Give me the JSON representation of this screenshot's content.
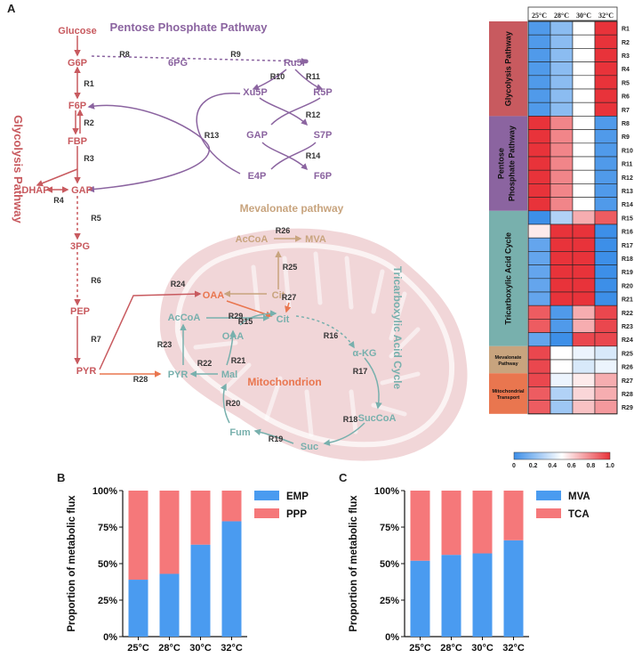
{
  "panels": {
    "a": "A",
    "b": "B",
    "c": "C"
  },
  "colors": {
    "glycolysis": "#c85a5f",
    "ppp": "#8b64a0",
    "mevalonate": "#c8a47e",
    "tca": "#78b0ad",
    "transport": "#e9764f",
    "mito_fill": "#f0d2d4",
    "emp": "#4a9bf0",
    "ppp_bar": "#f5787a",
    "mva_bar": "#4a9bf0",
    "tca_bar": "#f5787a"
  },
  "pathway_titles": {
    "glycolysis": "Glycolysis Pathway",
    "ppp": "Pentose Phosphate Pathway",
    "mevalonate": "Mevalonate pathway",
    "tca": "Tricarboxylic Acid Cycle",
    "mitochondrion": "Mitochondrion"
  },
  "metabolites": {
    "glucose": "Glucose",
    "g6p": "G6P",
    "f6p": "F6P",
    "fbp": "FBP",
    "dhap": "DHAP",
    "gap": "GAP",
    "pg3": "3PG",
    "pep": "PEP",
    "pyr": "PYR",
    "pg6": "6PG",
    "ru5p": "Ru5P",
    "xu5p": "Xu5P",
    "r5p": "R5P",
    "gap2": "GAP",
    "s7p": "S7P",
    "e4p": "E4P",
    "f6p2": "F6P",
    "acoa_mva": "AcCoA",
    "mva": "MVA",
    "cit_top": "Cit",
    "oaa_cyto": "OAA",
    "acoa_mito": "AcCoA",
    "oaa_mito": "OAA",
    "cit_mito": "Cit",
    "akg": "α-KG",
    "succoa": "SucCoA",
    "suc": "Suc",
    "fum": "Fum",
    "mal": "Mal",
    "pyr_mito": "PYR"
  },
  "reactions": [
    "R1",
    "R2",
    "R3",
    "R4",
    "R5",
    "R6",
    "R7",
    "R8",
    "R9",
    "R10",
    "R11",
    "R12",
    "R13",
    "R14",
    "R15",
    "R16",
    "R17",
    "R18",
    "R19",
    "R20",
    "R21",
    "R22",
    "R23",
    "R24",
    "R25",
    "R26",
    "R27",
    "R28",
    "R29"
  ],
  "heatmap": {
    "temps": [
      "25°C",
      "28°C",
      "30°C",
      "32°C"
    ],
    "groups": [
      {
        "label": "Glycolysis Pathway",
        "rows": 7,
        "color": "#c85a5f"
      },
      {
        "label": "Pentose Phosphate Pathway",
        "rows": 7,
        "color": "#8b64a0"
      },
      {
        "label": "Tricarboxylic Acid Cycle",
        "rows": 10,
        "color": "#78b0ad"
      },
      {
        "label": "Mevalonate Pathway",
        "rows": 2,
        "color": "#c8a47e"
      },
      {
        "label": "Mitochondrial Transport",
        "rows": 3,
        "color": "#e9764f"
      }
    ],
    "values": [
      [
        0.05,
        0.2,
        0.5,
        1.0
      ],
      [
        0.05,
        0.2,
        0.5,
        1.0
      ],
      [
        0.05,
        0.2,
        0.5,
        1.0
      ],
      [
        0.05,
        0.2,
        0.5,
        1.0
      ],
      [
        0.05,
        0.2,
        0.5,
        1.0
      ],
      [
        0.05,
        0.2,
        0.5,
        1.0
      ],
      [
        0.05,
        0.2,
        0.5,
        1.0
      ],
      [
        1.0,
        0.8,
        0.5,
        0.05
      ],
      [
        1.0,
        0.8,
        0.5,
        0.05
      ],
      [
        1.0,
        0.8,
        0.5,
        0.05
      ],
      [
        1.0,
        0.8,
        0.5,
        0.05
      ],
      [
        1.0,
        0.8,
        0.5,
        0.05
      ],
      [
        1.0,
        0.8,
        0.5,
        0.05
      ],
      [
        1.0,
        0.8,
        0.5,
        0.05
      ],
      [
        0.0,
        0.3,
        0.7,
        0.9
      ],
      [
        0.55,
        1.0,
        1.0,
        0.0
      ],
      [
        0.1,
        1.0,
        1.0,
        0.0
      ],
      [
        0.1,
        1.0,
        1.0,
        0.0
      ],
      [
        0.1,
        1.0,
        1.0,
        0.0
      ],
      [
        0.1,
        1.0,
        1.0,
        0.0
      ],
      [
        0.1,
        1.0,
        1.0,
        0.0
      ],
      [
        0.9,
        0.05,
        0.7,
        0.95
      ],
      [
        0.9,
        0.05,
        0.7,
        0.95
      ],
      [
        0.1,
        0.0,
        0.95,
        0.95
      ],
      [
        0.95,
        0.5,
        0.45,
        0.4
      ],
      [
        0.95,
        0.5,
        0.4,
        0.45
      ],
      [
        0.95,
        0.45,
        0.55,
        0.7
      ],
      [
        0.9,
        0.3,
        0.6,
        0.7
      ],
      [
        0.9,
        0.25,
        0.65,
        0.75
      ]
    ],
    "colorbar_ticks": [
      "0",
      "0.2",
      "0.4",
      "0.6",
      "0.8",
      "1.0"
    ]
  },
  "chart_data": [
    {
      "type": "bar",
      "panel": "B",
      "stacked": true,
      "categories": [
        "25°C",
        "28°C",
        "30°C",
        "32°C"
      ],
      "series": [
        {
          "name": "EMP",
          "values": [
            39,
            43,
            63,
            79
          ]
        },
        {
          "name": "PPP",
          "values": [
            61,
            57,
            37,
            21
          ]
        }
      ],
      "ylabel": "Proportion of metabolic flux",
      "yticks": [
        "0%",
        "25%",
        "50%",
        "75%",
        "100%"
      ],
      "ylim": [
        0,
        100
      ],
      "legend": "top-right"
    },
    {
      "type": "bar",
      "panel": "C",
      "stacked": true,
      "categories": [
        "25°C",
        "28°C",
        "30°C",
        "32°C"
      ],
      "series": [
        {
          "name": "MVA",
          "values": [
            52,
            56,
            57,
            66
          ]
        },
        {
          "name": "TCA",
          "values": [
            48,
            44,
            43,
            34
          ]
        }
      ],
      "ylabel": "Proportion of metabolic flux",
      "yticks": [
        "0%",
        "25%",
        "50%",
        "75%",
        "100%"
      ],
      "ylim": [
        0,
        100
      ],
      "legend": "top-right"
    }
  ]
}
